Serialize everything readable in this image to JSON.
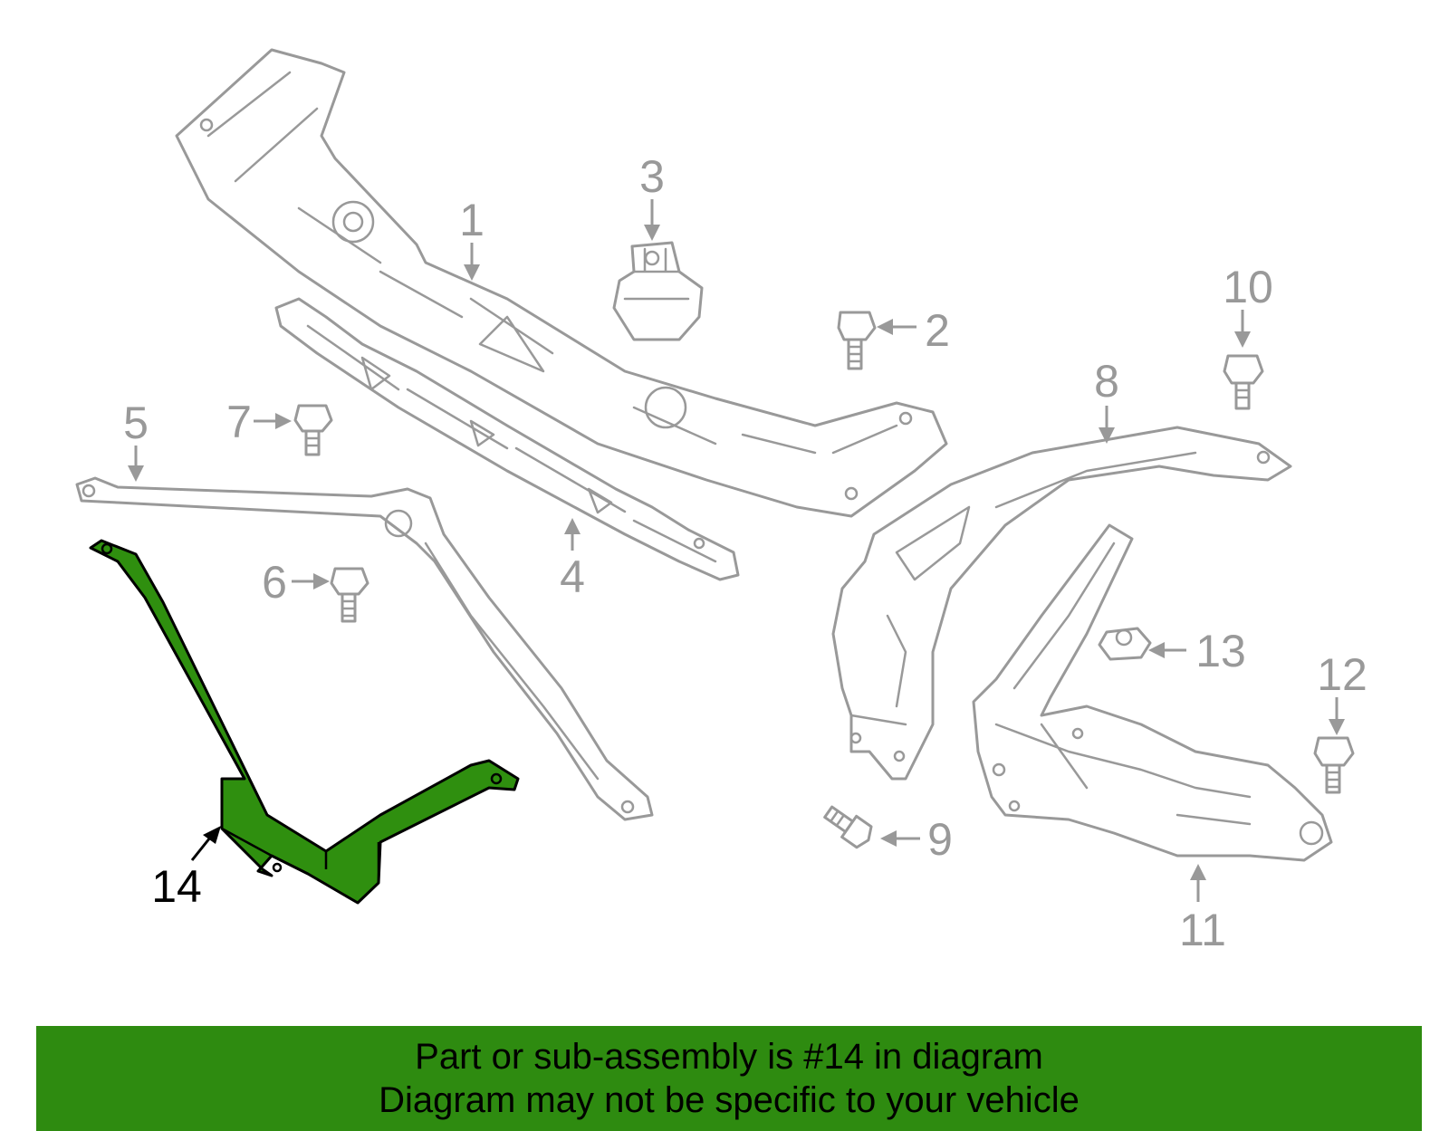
{
  "diagram": {
    "highlighted_part": "14",
    "highlight_color": "#2f8f0f",
    "callouts": [
      "1",
      "2",
      "3",
      "4",
      "5",
      "6",
      "7",
      "8",
      "9",
      "10",
      "11",
      "12",
      "13",
      "14"
    ]
  },
  "banner": {
    "background": "#2e8b10",
    "line1": "Part or sub-assembly is #14 in diagram",
    "line2": "Diagram may not be specific to your vehicle"
  }
}
